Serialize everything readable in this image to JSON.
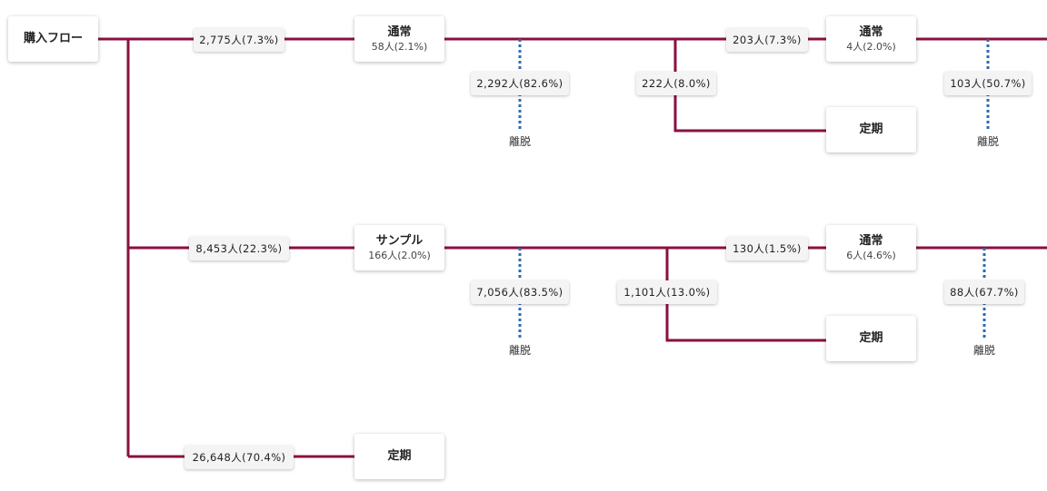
{
  "nodes": {
    "root": {
      "title": "購入フロー"
    },
    "n1": {
      "title": "通常",
      "sub": "58人(2.1%)"
    },
    "n2": {
      "title": "通常",
      "sub": "4人(2.0%)"
    },
    "n3": {
      "title": "定期"
    },
    "n4": {
      "title": "サンプル",
      "sub": "166人(2.0%)"
    },
    "n5": {
      "title": "通常",
      "sub": "6人(4.6%)"
    },
    "n6": {
      "title": "定期"
    },
    "n7": {
      "title": "定期"
    }
  },
  "labels": {
    "l1": "2,775人(7.3%)",
    "l2": "8,453人(22.3%)",
    "l3": "26,648人(70.4%)",
    "l4": "203人(7.3%)",
    "l5": "222人(8.0%)",
    "l6": "130人(1.5%)",
    "l7": "1,101人(13.0%)",
    "d1": "2,292人(82.6%)",
    "d2": "103人(50.7%)",
    "d3": "7,056人(83.5%)",
    "d4": "88人(67.7%)"
  },
  "exits": {
    "e1": "離脱",
    "e2": "離脱",
    "e3": "離脱",
    "e4": "離脱"
  },
  "colors": {
    "flow_line": "#8a1040",
    "drop_line": "#2b6cb0"
  }
}
